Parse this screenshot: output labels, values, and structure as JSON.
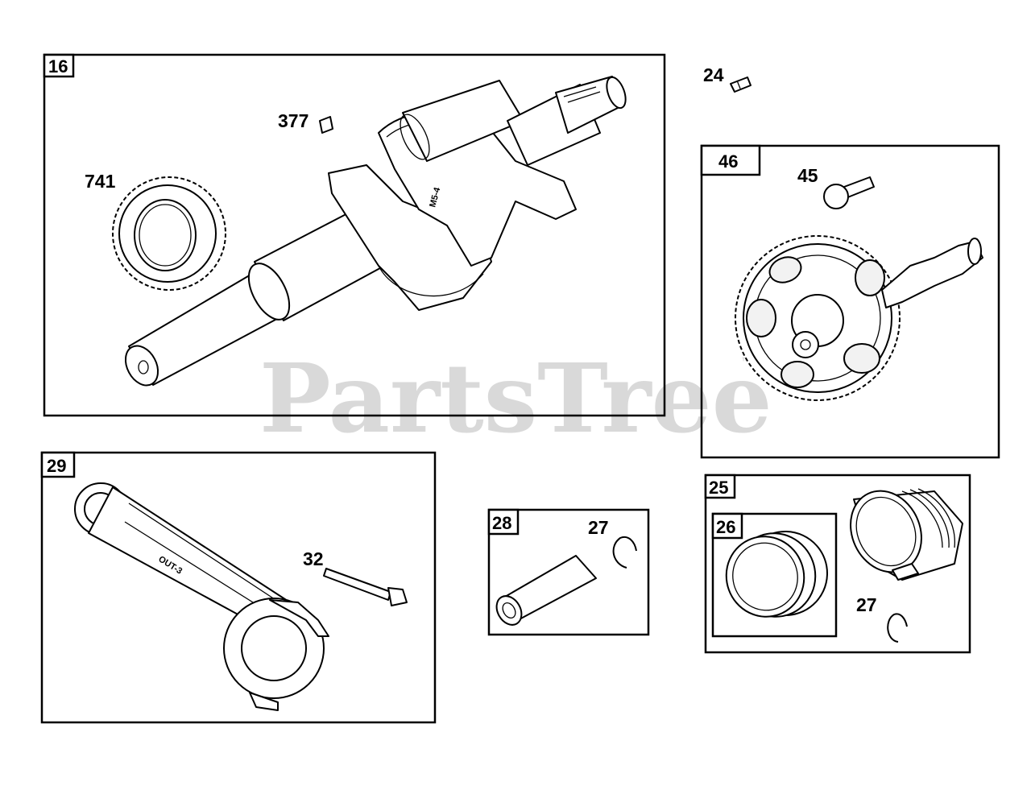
{
  "watermark": {
    "brand": "PartsTree",
    "trademark": "™"
  },
  "groups": [
    {
      "id": "group-16",
      "tag": "16"
    },
    {
      "id": "group-46",
      "tag": "46"
    },
    {
      "id": "group-29",
      "tag": "29"
    },
    {
      "id": "group-28",
      "tag": "28"
    },
    {
      "id": "group-25",
      "tag": "25"
    },
    {
      "id": "group-26",
      "tag": "26"
    }
  ],
  "callouts": {
    "p741": "741",
    "p377": "377",
    "p24": "24",
    "p45": "45",
    "p32": "32",
    "p27a": "27",
    "p27b": "27"
  },
  "engravings": {
    "crank_mark": "M5-4",
    "rod_mark": "OUT-3"
  }
}
